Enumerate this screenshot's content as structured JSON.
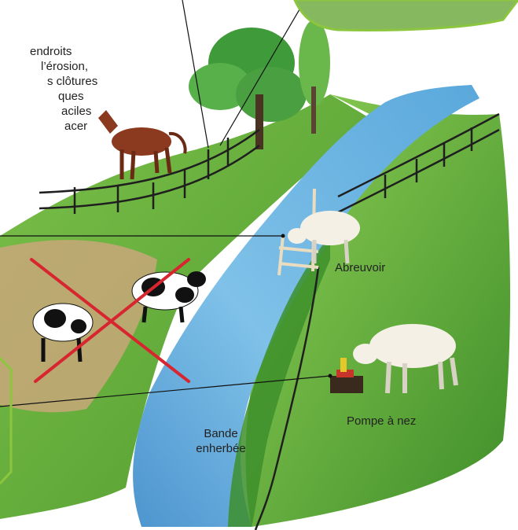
{
  "note": {
    "lines": [
      "endroits",
      "l’érosion,",
      "s clôtures",
      "ques",
      "aciles",
      "acer"
    ]
  },
  "labels": {
    "abreuvoir": "Abreuvoir",
    "pompe": "Pompe à nez",
    "bande_line1": "Bande",
    "bande_line2": "enherbée"
  },
  "colors": {
    "frame_green": "#8cc63f",
    "river": "#6fb6e0",
    "grass": "#5aa832",
    "cross_red": "#d7262f"
  }
}
